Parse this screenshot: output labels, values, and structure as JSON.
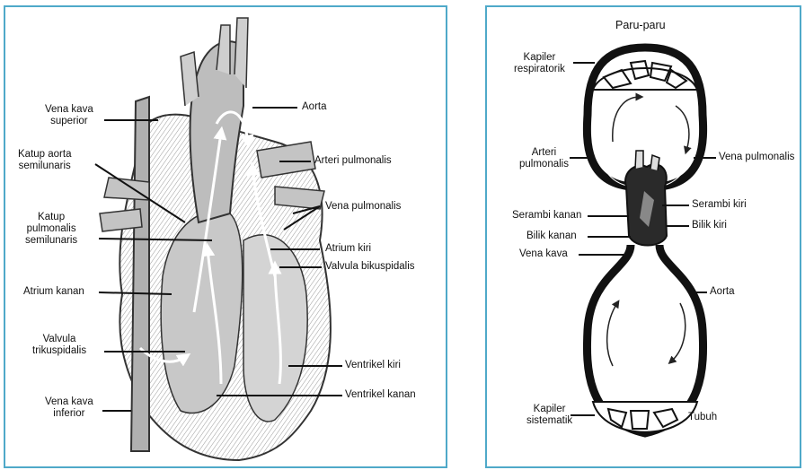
{
  "heart": {
    "labels": {
      "vena_kava_superior": [
        "Vena kava",
        "superior"
      ],
      "katup_aorta": [
        "Katup aorta",
        "semilunaris"
      ],
      "katup_pulmonalis": [
        "Katup",
        "pulmonalis",
        "semilunaris"
      ],
      "atrium_kanan": "Atrium kanan",
      "valvula_trikuspidalis": [
        "Valvula",
        "trikuspidalis"
      ],
      "vena_kava_inferior": [
        "Vena kava",
        "inferior"
      ],
      "aorta": "Aorta",
      "arteri_pulmonalis": "Arteri pulmonalis",
      "vena_pulmonalis": "Vena pulmonalis",
      "atrium_kiri": "Atrium kiri",
      "valvula_bikuspidalis": "Valvula bikuspidalis",
      "ventrikel_kiri": "Ventrikel kiri",
      "ventrikel_kanan": "Ventrikel kanan"
    }
  },
  "circulation": {
    "labels": {
      "paru_paru": "Paru-paru",
      "kapiler_respiratorik": [
        "Kapiler",
        "respiratorik"
      ],
      "arteri_pulmonalis": [
        "Arteri",
        "pulmonalis"
      ],
      "vena_pulmonalis": "Vena pulmonalis",
      "serambi_kiri": "Serambi kiri",
      "serambi_kanan": "Serambi kanan",
      "bilik_kiri": "Bilik kiri",
      "bilik_kanan": "Bilik kanan",
      "vena_kava": "Vena kava",
      "aorta": "Aorta",
      "kapiler_sistematik": [
        "Kapiler",
        "sistematik"
      ],
      "tubuh": "Tubuh"
    }
  }
}
